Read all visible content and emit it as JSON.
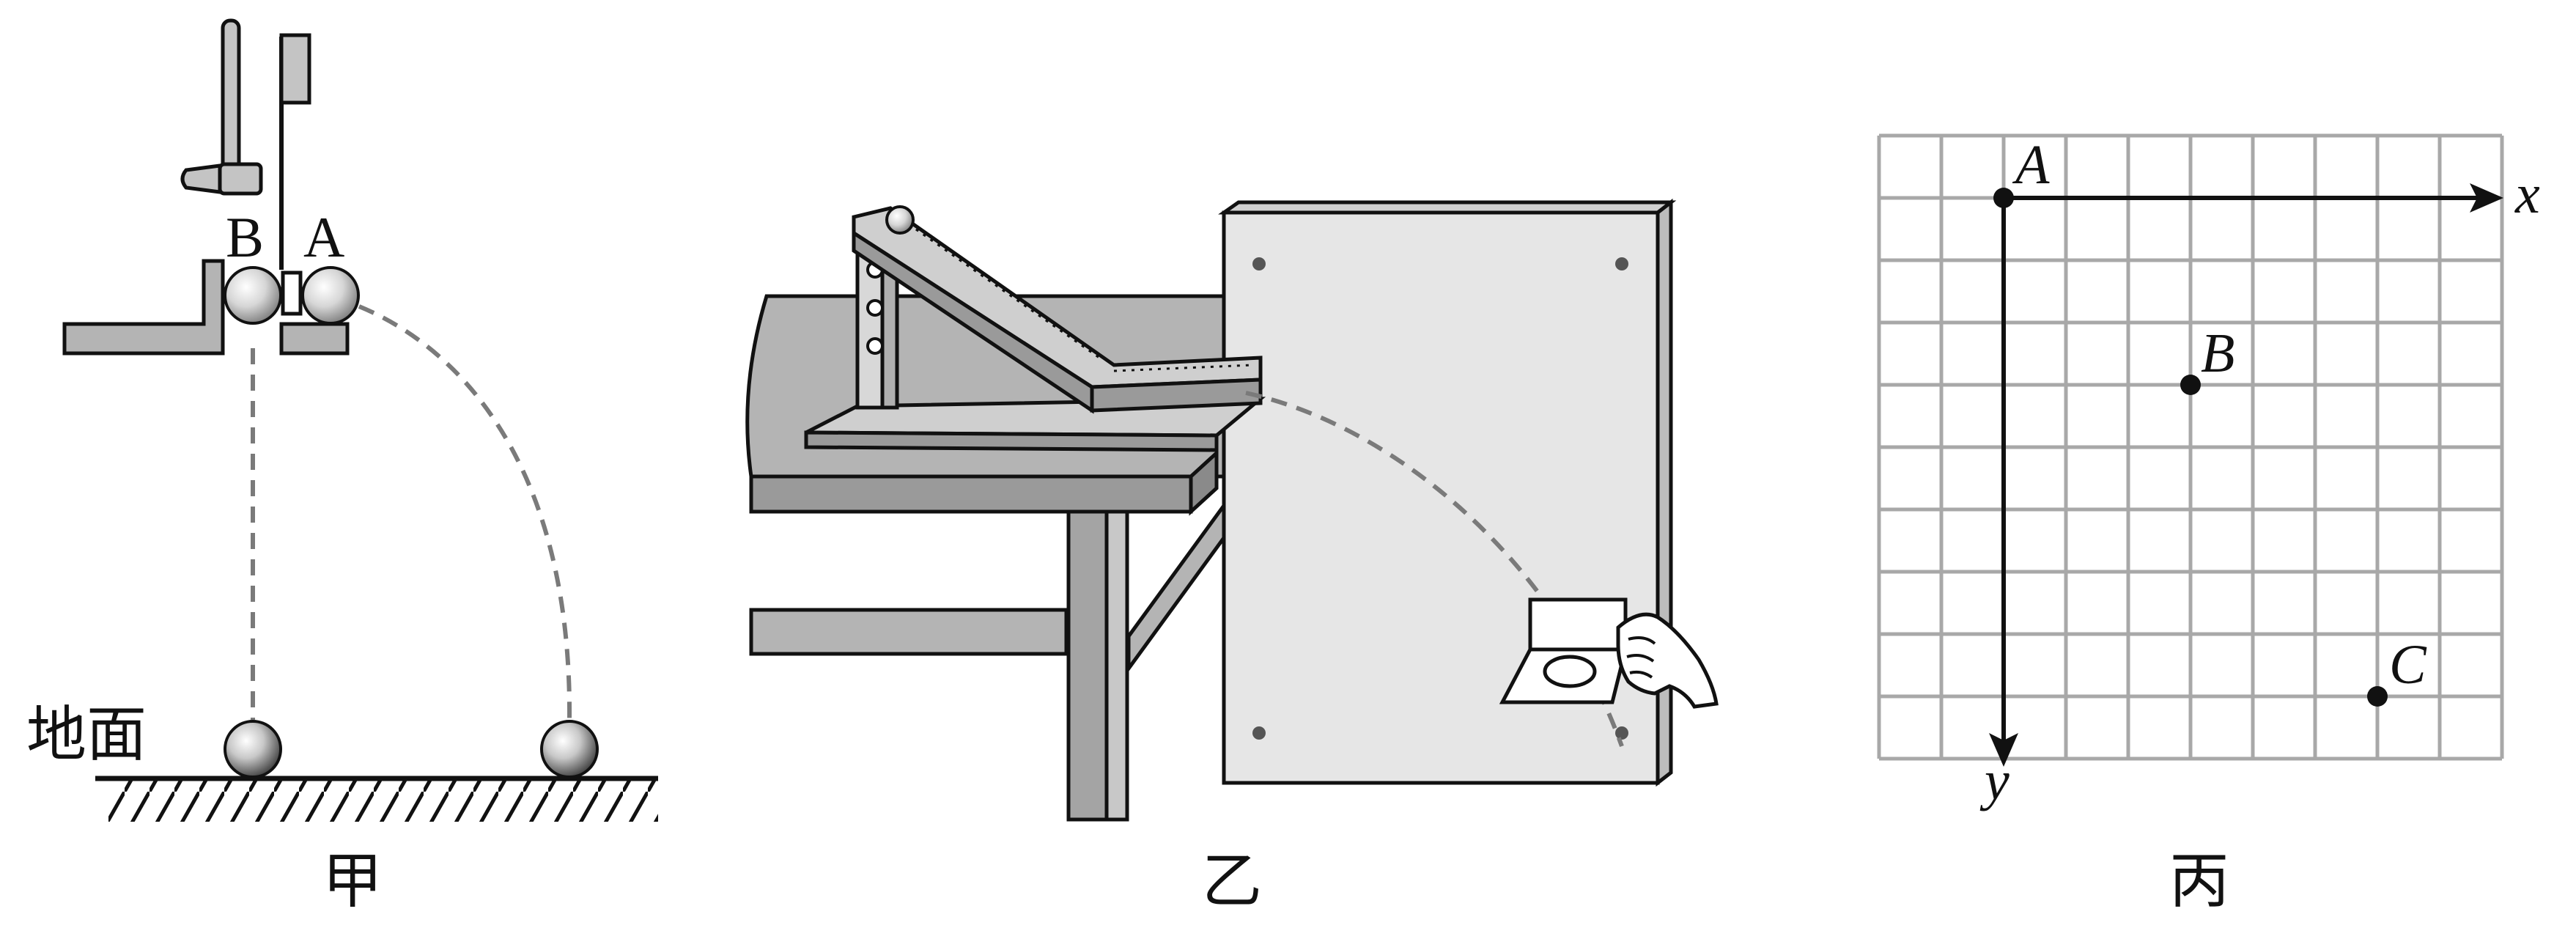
{
  "panels": {
    "jia": {
      "caption": "甲",
      "ground_label": "地面",
      "ball_b_label": "B",
      "ball_a_label": "A"
    },
    "yi": {
      "caption": "乙"
    },
    "bing": {
      "caption": "丙",
      "axis_x_label": "x",
      "axis_y_label": "y",
      "point_a_label": "A",
      "point_b_label": "B",
      "point_c_label": "C",
      "grid": {
        "columns": 10,
        "rows": 10
      },
      "points": {
        "A": {
          "col": 2,
          "row": 1
        },
        "B": {
          "col": 5,
          "row": 4
        },
        "C": {
          "col": 8,
          "row": 9
        }
      }
    }
  },
  "colors": {
    "ink": "#111111",
    "gray_fill": "#b4b4b4",
    "board_fill": "#e6e6e6",
    "grid_line": "#a8a8a8",
    "trajectory": "#7a7a7a"
  }
}
